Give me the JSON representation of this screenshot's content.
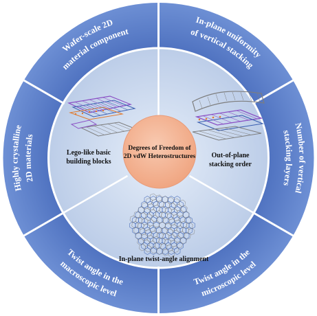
{
  "center": {
    "line1": "Degrees of Freedom of",
    "line2": "2D vdW Heterostructures"
  },
  "inner_sectors": [
    {
      "id": "lego",
      "line1": "Lego-like basic",
      "line2": "building blocks"
    },
    {
      "id": "stacking",
      "line1": "Out-of-plane",
      "line2": "stacking order"
    },
    {
      "id": "twist",
      "line1": "In-plane twist-angle  alignment",
      "line2": ""
    }
  ],
  "outer_segments": [
    {
      "id": "wafer",
      "line1": "Wafer-scale 2D",
      "line2": "material component"
    },
    {
      "id": "uniformity",
      "line1": "In-plane uniformity",
      "line2": "of vertical stacking"
    },
    {
      "id": "layers",
      "line1": "Number of vertical",
      "line2": "stacking layers"
    },
    {
      "id": "micro",
      "line1": "Twist angle in the",
      "line2": "microscopic level"
    },
    {
      "id": "macro",
      "line1": "Twist angle in the",
      "line2": "macroscopic level"
    },
    {
      "id": "crystalline",
      "line1": "Highly crystalline",
      "line2": "2D materials"
    }
  ],
  "colors": {
    "outer_ring": "#5b7cc4",
    "outer_ring_dark": "#3d5ea8",
    "inner_disk": "#c9d8ee",
    "inner_disk_edge": "#aebfdf",
    "center_circle": "#f5b89a",
    "separator": "#ffffff",
    "lattice_purple": "#8a4fc4",
    "lattice_blue": "#3a5fb0",
    "lattice_gray": "#7d7d7d",
    "lattice_orange": "#e07a2e"
  }
}
